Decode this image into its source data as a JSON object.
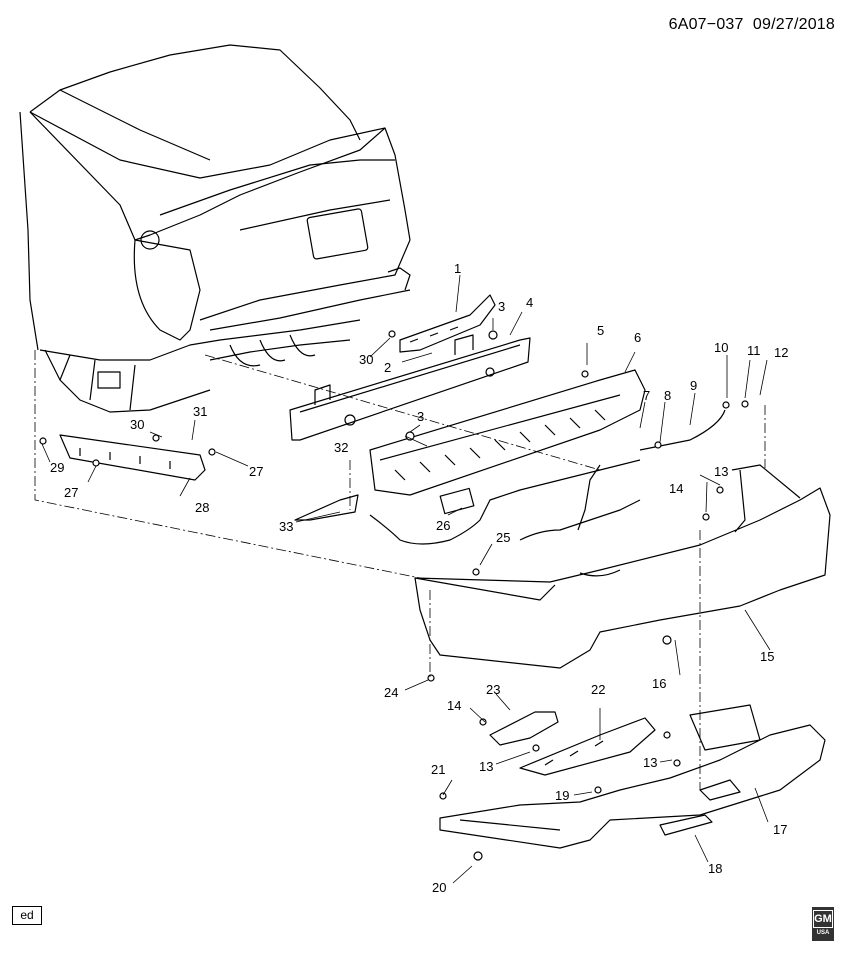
{
  "header": {
    "code": "6A07−037",
    "date": "09/27/2018"
  },
  "footer": {
    "ed_label": "ed",
    "logo_text": "GM",
    "logo_subtext": "USA"
  },
  "callouts": [
    "1",
    "2",
    "3",
    "3",
    "4",
    "5",
    "6",
    "7",
    "8",
    "9",
    "10",
    "11",
    "12",
    "13",
    "13",
    "13",
    "14",
    "14",
    "15",
    "16",
    "17",
    "18",
    "19",
    "20",
    "21",
    "22",
    "23",
    "24",
    "25",
    "26",
    "27",
    "27",
    "28",
    "29",
    "30",
    "30",
    "31",
    "32",
    "33"
  ]
}
